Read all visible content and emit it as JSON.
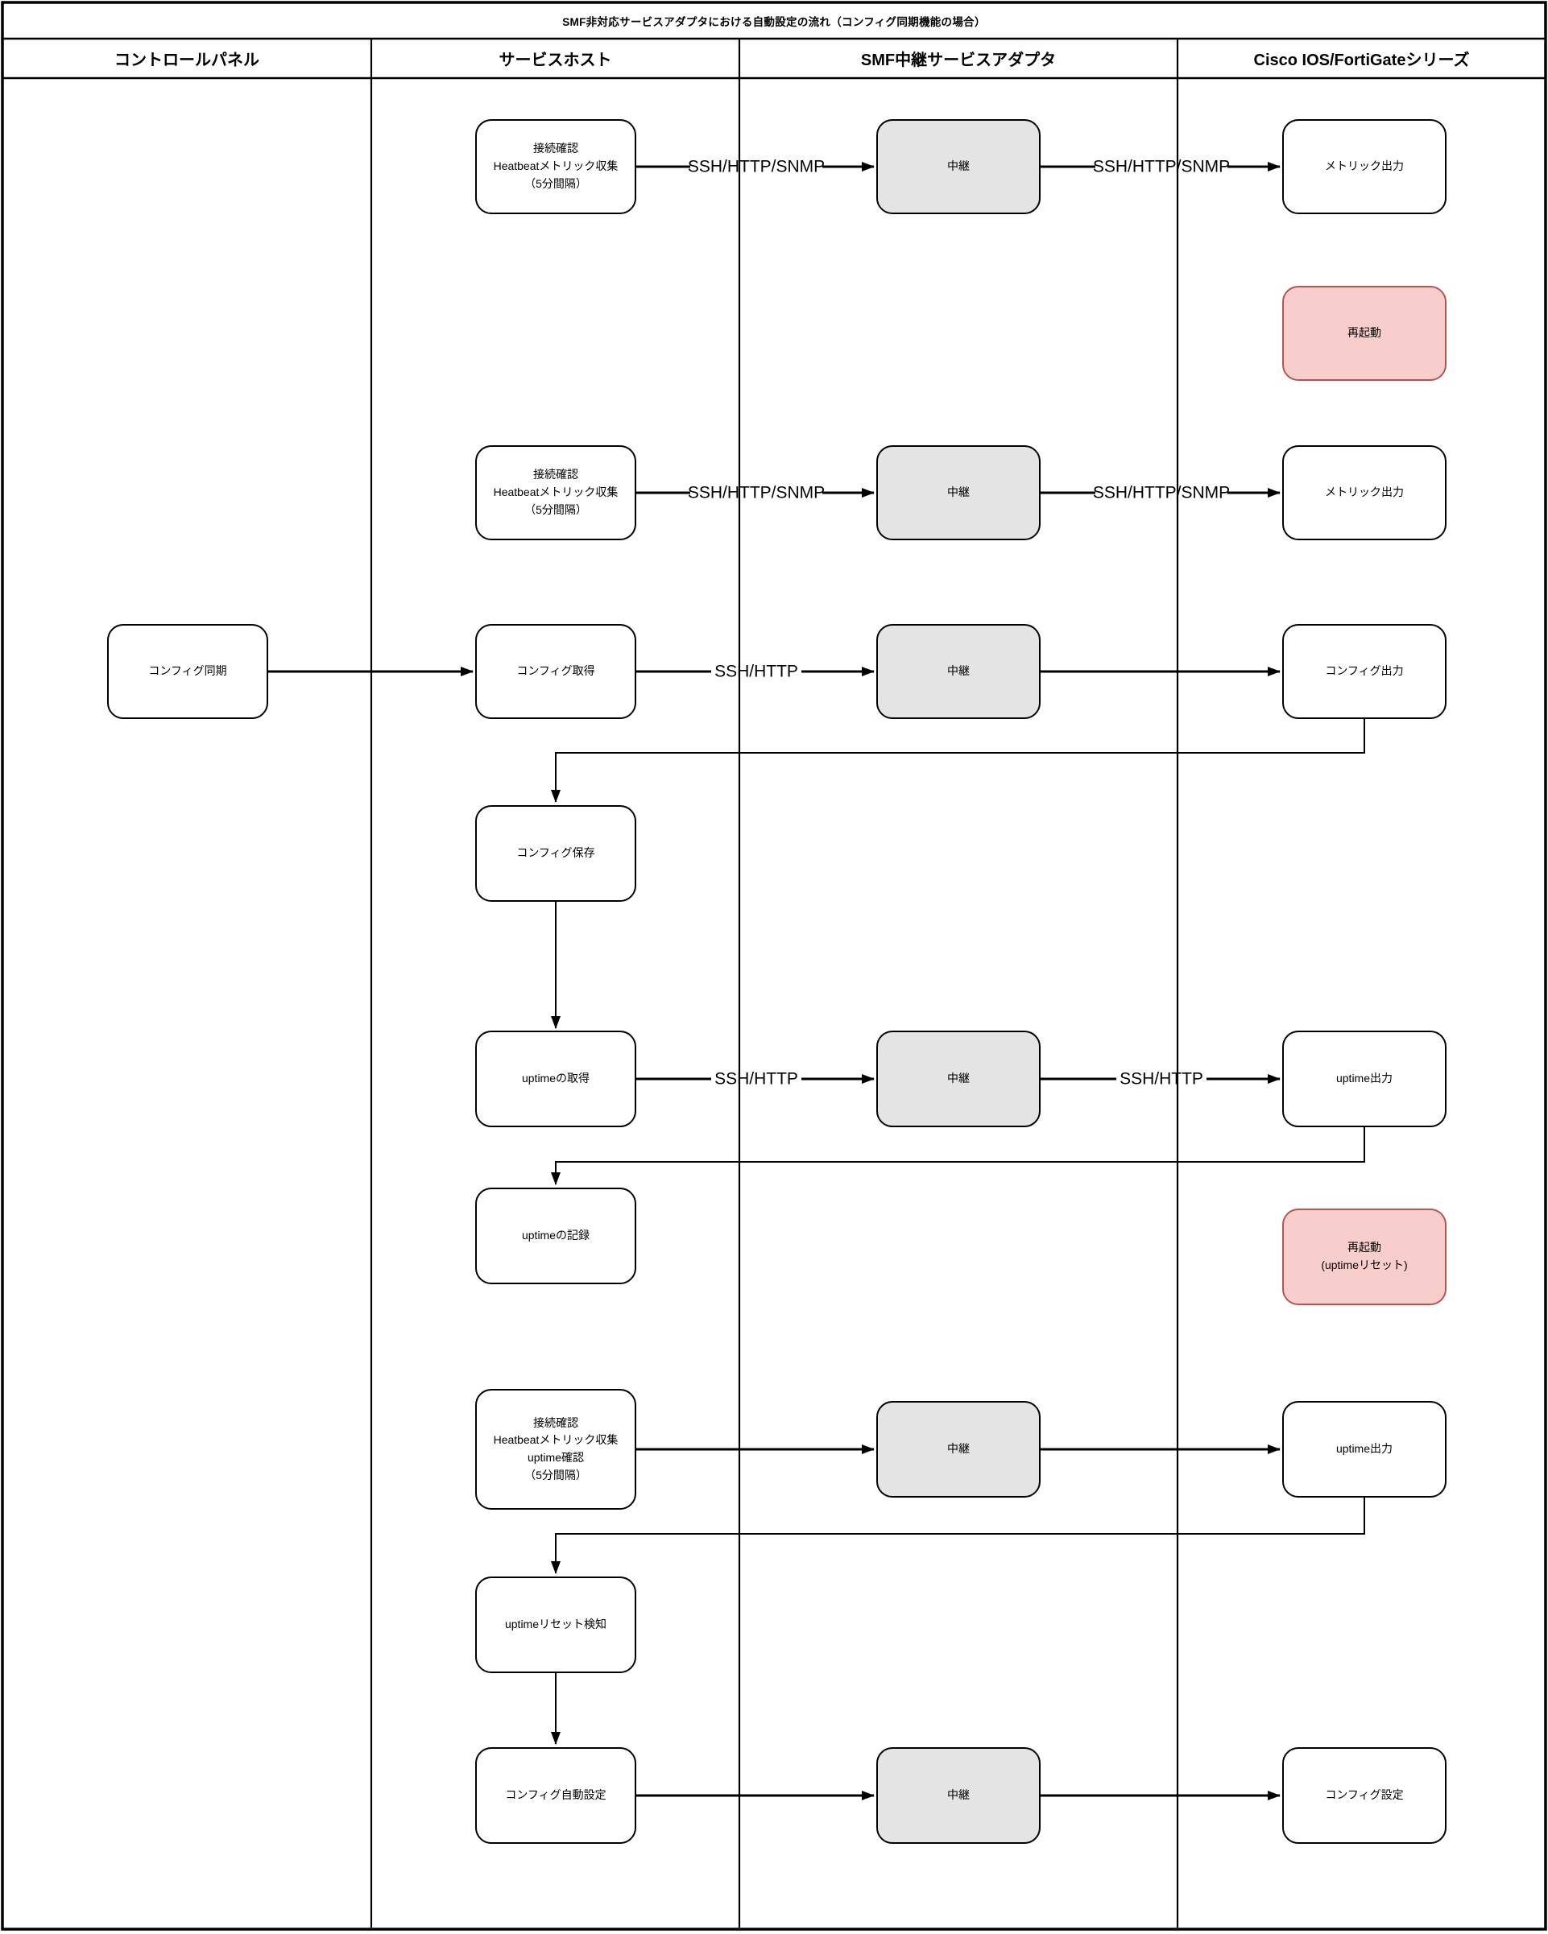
{
  "diagram": {
    "title": "SMF非対応サービスアダプタにおける自動設定の流れ（コンフィグ同期機能の場合）"
  },
  "lanes": [
    {
      "label": "コントロールパネル"
    },
    {
      "label": "サービスホスト"
    },
    {
      "label": "SMF中継サービスアダプタ"
    },
    {
      "label": "Cisco IOS/FortiGateシリーズ"
    }
  ],
  "nodes": {
    "heartbeat": "接続確認\nHeatbeatメトリック収集\n（5分間隔）",
    "relay": "中継",
    "metric_out": "メトリック出力",
    "reboot": "再起動",
    "config_sync": "コンフィグ同期",
    "config_get": "コンフィグ取得",
    "config_out": "コンフィグ出力",
    "config_save": "コンフィグ保存",
    "uptime_get": "uptimeの取得",
    "uptime_out": "uptime出力",
    "uptime_record": "uptimeの記録",
    "reboot_uptime_reset": "再起動\n(uptimeリセット)",
    "heartbeat_uptime": "接続確認\nHeatbeatメトリック収集\nuptime確認\n（5分間隔）",
    "uptime_reset_detect": "uptimeリセット検知",
    "config_auto": "コンフィグ自動設定",
    "config_set": "コンフィグ設定"
  },
  "edge_labels": {
    "ssh_http_snmp": "SSH/HTTP/SNMP",
    "ssh_http": "SSH/HTTP"
  },
  "colors": {
    "line": "#000000",
    "node_fill": "#ffffff",
    "relay_fill": "#e4e4e4",
    "alert_fill": "#f8cecc",
    "alert_stroke": "#b85450",
    "background": "#ffffff"
  }
}
